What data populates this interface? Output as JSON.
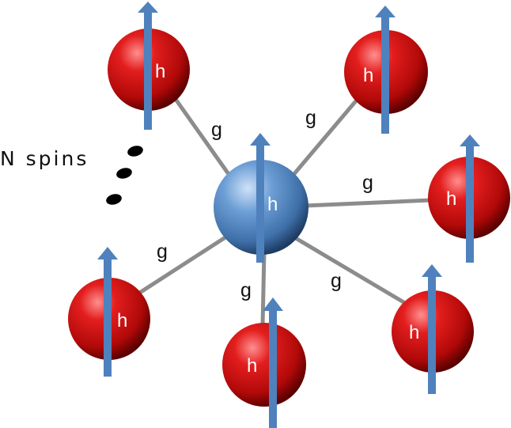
{
  "colors": {
    "bath_spin": "#c20d0d",
    "central_spin": "#4f86c4",
    "spin_arrow": "#4f81bd",
    "coupling_line": "#8c8c8c",
    "ellipsis_dots": "#000000"
  },
  "labels": {
    "spin_count": "N spins",
    "field": "h",
    "coupling": "g"
  }
}
